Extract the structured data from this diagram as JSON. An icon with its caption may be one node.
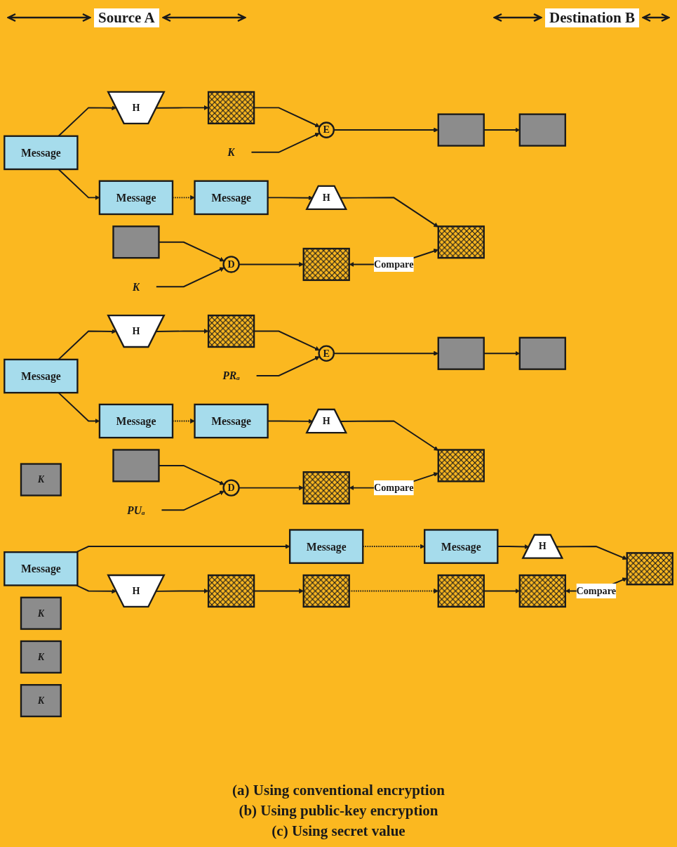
{
  "diagram": {
    "nodes": [
      {
        "text": [
          "Message"
        ]
      },
      {
        "text": [
          "H"
        ]
      },
      {
        "text": [],
        "shape": "box"
      },
      {
        "text": [
          "K"
        ]
      },
      {
        "text": [
          "E"
        ]
      },
      {
        "text": [],
        "shape": "box"
      },
      {
        "text": [
          "Message"
        ]
      },
      {
        "text": [],
        "shape": "box"
      },
      {
        "text": [
          "Message"
        ]
      },
      {
        "text": [],
        "shape": "box"
      },
      {
        "text": [
          "H"
        ]
      },
      {
        "text": [],
        "shape": "box"
      },
      {
        "text": [
          "K"
        ]
      },
      {
        "text": [
          "D"
        ]
      },
      {
        "text": [],
        "shape": "box"
      },
      {
        "text": [
          "Message"
        ]
      },
      {
        "text": [
          "H"
        ]
      },
      {
        "text": [],
        "shape": "box"
      },
      {
        "text": [
          "PRₐ"
        ]
      },
      {
        "text": [
          "E"
        ]
      },
      {
        "text": [],
        "shape": "box"
      },
      {
        "text": [
          "Message"
        ]
      },
      {
        "text": [],
        "shape": "box"
      },
      {
        "text": [
          "Message"
        ]
      },
      {
        "text": [],
        "shape": "box"
      },
      {
        "text": [
          "H"
        ]
      },
      {
        "text": [],
        "shape": "box"
      },
      {
        "text": [
          "PUₐ"
        ]
      },
      {
        "text": [
          "D"
        ]
      },
      {
        "text": [],
        "shape": "box"
      },
      {
        "text": [
          "K"
        ]
      },
      {
        "text": [
          "Message"
        ]
      },
      {
        "text": [
          "K"
        ]
      },
      {
        "text": [
          "H"
        ]
      },
      {
        "text": [],
        "shape": "box"
      },
      {
        "text": [
          "Message"
        ]
      },
      {
        "text": [],
        "shape": "box"
      },
      {
        "text": [
          "K"
        ]
      },
      {
        "text": [
          "Message"
        ]
      },
      {
        "text": [
          "K"
        ]
      },
      {
        "text": [],
        "shape": "box"
      },
      {
        "text": [
          "H"
        ]
      },
      {
        "text": [],
        "shape": "box"
      },
      {
        "text": [],
        "shape": "box"
      }
    ],
    "edges": [
      {
        "from": 0,
        "to": 6,
        "arrow": "to"
      },
      {
        "from": 0,
        "to": 1,
        "arrow": "to"
      },
      {
        "from": 1,
        "to": 2,
        "arrow": "to"
      },
      {
        "from": 2,
        "to": 4,
        "arrow": "to"
      },
      {
        "from": 3,
        "to": 4,
        "arrow": "to"
      },
      {
        "from": 4,
        "to": 5,
        "arrow": "to"
      },
      {
        "from": 5,
        "to": 7,
        "arrow": "to"
      },
      {
        "from": 6,
        "to": 8,
        "arrow": "to",
        "style": "dashed"
      },
      {
        "from": 8,
        "to": 10,
        "arrow": "to"
      },
      {
        "from": 10,
        "to": 11,
        "arrow": "to"
      },
      {
        "from": 9,
        "to": 13,
        "arrow": "to"
      },
      {
        "from": 12,
        "to": 13,
        "arrow": "to"
      },
      {
        "from": 13,
        "to": 14,
        "arrow": "to"
      },
      {
        "from": 14,
        "to": 11,
        "arrow": "both",
        "label": "Compare"
      },
      {
        "from": 15,
        "to": 21,
        "arrow": "to"
      },
      {
        "from": 15,
        "to": 16,
        "arrow": "to"
      },
      {
        "from": 16,
        "to": 17,
        "arrow": "to"
      },
      {
        "from": 17,
        "to": 19,
        "arrow": "to"
      },
      {
        "from": 18,
        "to": 19,
        "arrow": "to"
      },
      {
        "from": 19,
        "to": 20,
        "arrow": "to"
      },
      {
        "from": 20,
        "to": 22,
        "arrow": "to"
      },
      {
        "from": 21,
        "to": 23,
        "arrow": "to",
        "style": "dashed"
      },
      {
        "from": 23,
        "to": 25,
        "arrow": "to"
      },
      {
        "from": 25,
        "to": 26,
        "arrow": "to"
      },
      {
        "from": 24,
        "to": 28,
        "arrow": "to"
      },
      {
        "from": 27,
        "to": 28,
        "arrow": "to"
      },
      {
        "from": 28,
        "to": 29,
        "arrow": "to"
      },
      {
        "from": 29,
        "to": 26,
        "arrow": "both",
        "label": "Compare"
      },
      {
        "from": 31,
        "to": 33,
        "arrow": "to"
      },
      {
        "from": 33,
        "to": 34,
        "arrow": "to"
      },
      {
        "from": 31,
        "to": 35,
        "arrow": "to"
      },
      {
        "from": 34,
        "to": 36,
        "arrow": "to"
      },
      {
        "from": 35,
        "to": 38,
        "arrow": "to",
        "style": "dashed"
      },
      {
        "from": 36,
        "to": 40,
        "arrow": "to",
        "style": "dashed"
      },
      {
        "from": 38,
        "to": 41,
        "arrow": "to"
      },
      {
        "from": 41,
        "to": 42,
        "arrow": "to"
      },
      {
        "from": 40,
        "to": 43,
        "arrow": "to"
      },
      {
        "from": 43,
        "to": 42,
        "arrow": "both",
        "label": "Compare"
      }
    ],
    "labels": [
      "Source A",
      "Destination B",
      "(a) Using conventional encryption",
      "(b) Using public-key encryption",
      "(c) Using secret value"
    ]
  }
}
